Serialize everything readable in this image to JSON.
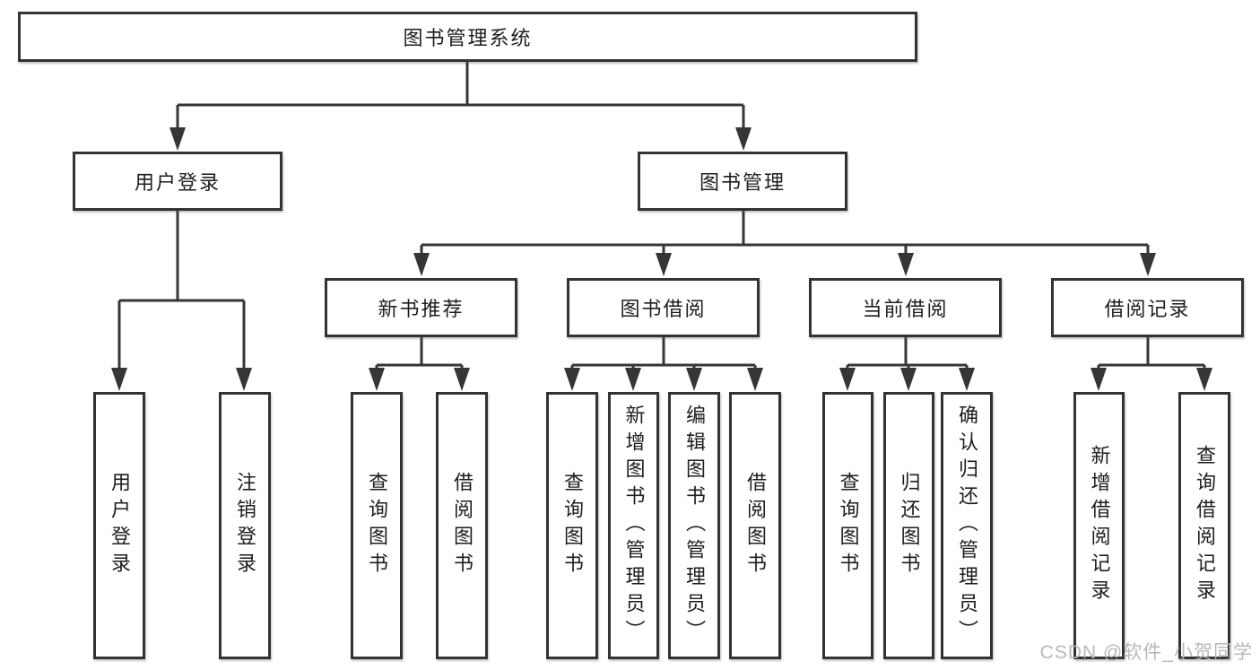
{
  "diagram": {
    "root": "图书管理系统",
    "branches": {
      "user_login": {
        "label": "用户登录",
        "children": [
          "用户登录",
          "注销登录"
        ]
      },
      "book_mgmt": {
        "label": "图书管理",
        "children": {
          "new_book_rec": {
            "label": "新书推荐",
            "children": [
              "查询图书",
              "借阅图书"
            ]
          },
          "book_borrow": {
            "label": "图书借阅",
            "children": [
              "查询图书",
              "新增图书（管理员）",
              "编辑图书（管理员）",
              "借阅图书"
            ]
          },
          "current_borrow": {
            "label": "当前借阅",
            "children": [
              "查询图书",
              "归还图书",
              "确认归还（管理员）"
            ]
          },
          "borrow_records": {
            "label": "借阅记录",
            "children": [
              "新增借阅记录",
              "查询借阅记录"
            ]
          }
        }
      }
    }
  },
  "watermark": "CSDN @软件_小贺同学",
  "colors": {
    "line": "#363636",
    "border": "#333333",
    "text": "#1d1d1f",
    "watermark": "#b5b5b5",
    "background": "#ffffff"
  }
}
